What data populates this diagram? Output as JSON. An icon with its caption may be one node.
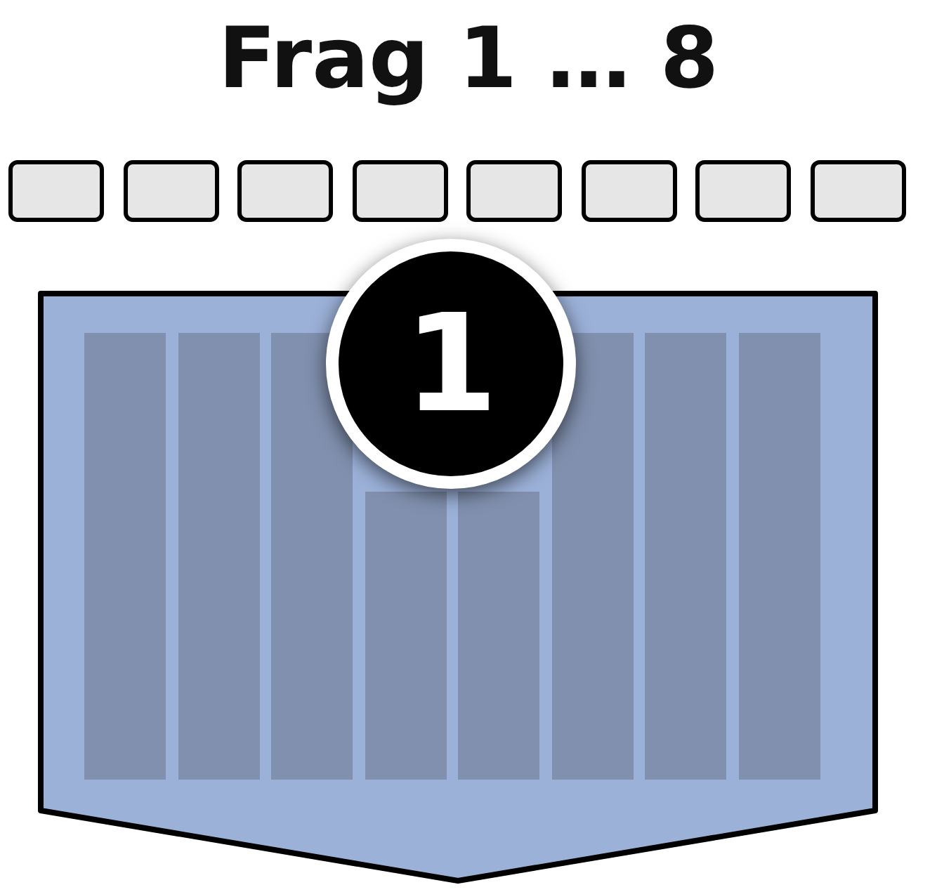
{
  "diagram": {
    "title": "Frag 1 … 8",
    "nodes": [
      {
        "text": [],
        "shape": "box"
      },
      {
        "text": [],
        "shape": "box"
      },
      {
        "text": [],
        "shape": "box"
      },
      {
        "text": [],
        "shape": "box"
      },
      {
        "text": [],
        "shape": "box"
      },
      {
        "text": [],
        "shape": "box"
      },
      {
        "text": [],
        "shape": "box"
      },
      {
        "text": [],
        "shape": "box"
      },
      {
        "text": [],
        "shape": "pentagon"
      },
      {
        "text": [],
        "shape": "bar",
        "in": 8
      },
      {
        "text": [],
        "shape": "bar",
        "in": 8
      },
      {
        "text": [],
        "shape": "bar",
        "in": 8
      },
      {
        "text": [],
        "shape": "bar",
        "in": 8
      },
      {
        "text": [],
        "shape": "bar",
        "in": 8
      },
      {
        "text": [],
        "shape": "bar",
        "in": 8
      },
      {
        "text": [],
        "shape": "bar",
        "in": 8
      },
      {
        "text": [],
        "shape": "bar",
        "in": 8
      },
      {
        "text": [
          "1"
        ]
      }
    ]
  }
}
